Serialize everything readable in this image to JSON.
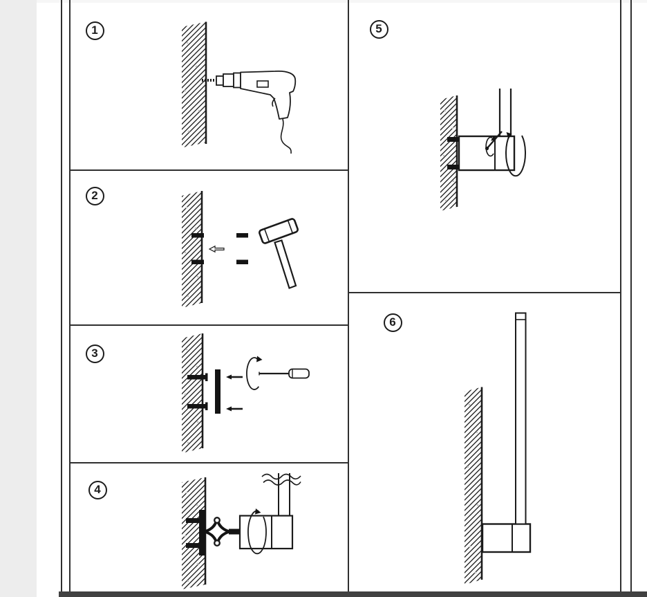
{
  "sheet": {
    "kind": "installation-instruction-diagram",
    "visible_text": [
      "1",
      "2",
      "3",
      "4",
      "5",
      "6"
    ]
  },
  "steps": [
    {
      "number": "1",
      "illustration": "drill-pilot-holes-in-wall"
    },
    {
      "number": "2",
      "illustration": "hammer-wall-anchors-into-holes"
    },
    {
      "number": "3",
      "illustration": "screw-mounting-plate-with-screwdriver"
    },
    {
      "number": "4",
      "illustration": "attach-swivel-bracket-and-fixture-body"
    },
    {
      "number": "5",
      "illustration": "tighten-set-screw-and-rotate-cap"
    },
    {
      "number": "6",
      "illustration": "finished-wall-mounted-fixture"
    }
  ],
  "colors": {
    "background": "#ffffff",
    "line_art": "#1b1b1b",
    "frame_lines": "#2f2f2f",
    "left_gutter": "#ededed",
    "top_band": "#f6f6f6",
    "bottom_bar": "#414141"
  }
}
